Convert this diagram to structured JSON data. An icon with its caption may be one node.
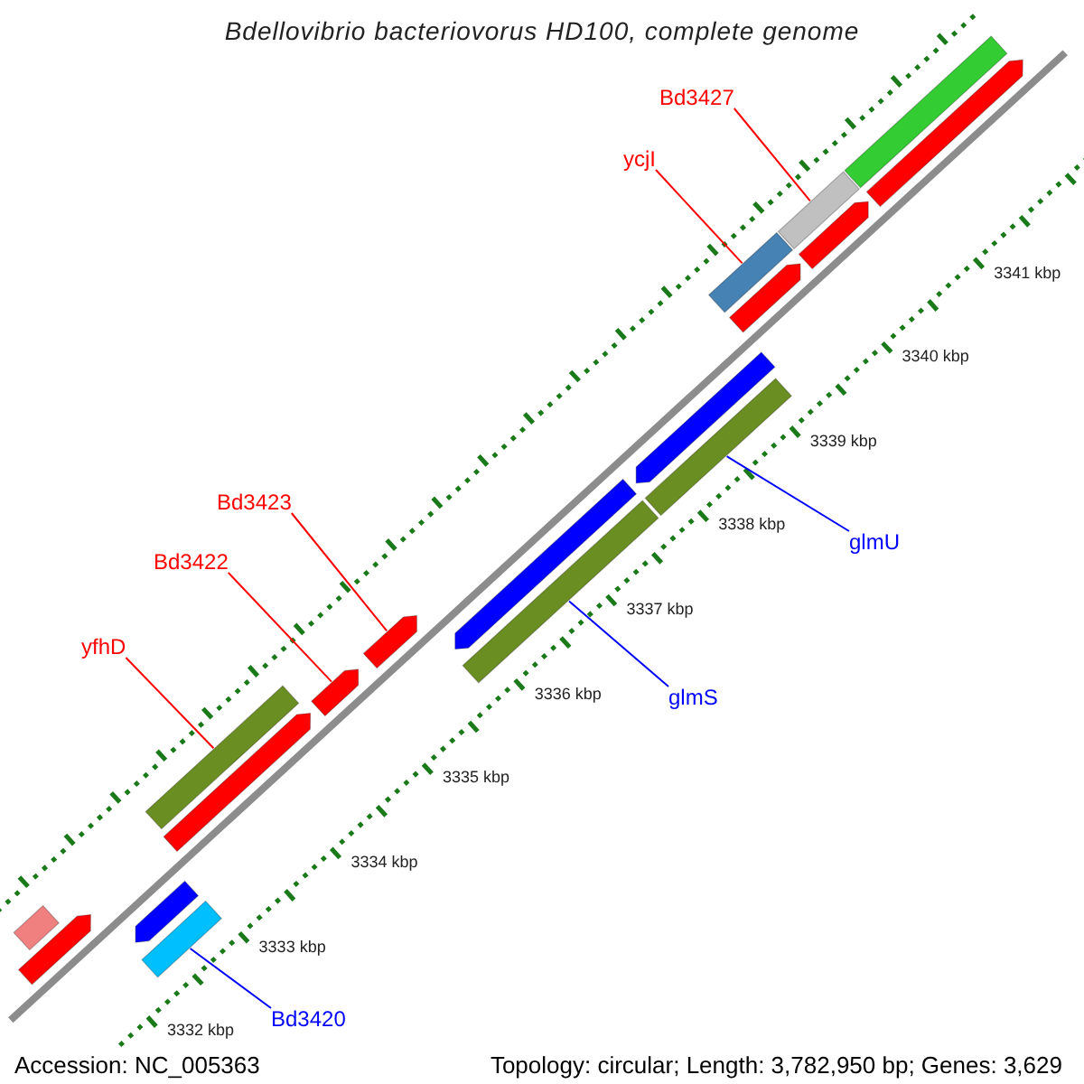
{
  "diagram": {
    "title": "Bdellovibrio bacteriovorus HD100, complete genome",
    "nodes": [
      {
        "text": [
          "Bd3427"
        ]
      },
      {
        "text": [],
        "shape": "bar"
      },
      {
        "text": [
          "ycjI"
        ]
      },
      {
        "text": [],
        "shape": "bar"
      },
      {
        "text": [
          "Bd3423"
        ]
      },
      {
        "text": [],
        "shape": "bar"
      },
      {
        "text": [
          "glmU"
        ]
      },
      {
        "text": [],
        "shape": "bar"
      },
      {
        "text": [
          "Bd3422"
        ]
      },
      {
        "text": [],
        "shape": "bar"
      },
      {
        "text": [
          "glmS"
        ]
      },
      {
        "text": [],
        "shape": "bar"
      },
      {
        "text": [
          "yfhD"
        ]
      },
      {
        "text": [],
        "shape": "bar"
      },
      {
        "text": [
          "Bd3420"
        ]
      },
      {
        "text": [],
        "shape": "bar"
      },
      {
        "text": [],
        "shape": "bar"
      },
      {
        "text": [],
        "shape": "bar"
      },
      {
        "text": [],
        "shape": "bar"
      },
      {
        "text": [],
        "shape": "bar"
      },
      {
        "text": [],
        "shape": "bar"
      },
      {
        "text": [],
        "shape": "bar"
      },
      {
        "text": [],
        "shape": "bar"
      },
      {
        "text": [],
        "shape": "bar"
      },
      {
        "text": [],
        "shape": "bar"
      },
      {
        "text": [],
        "shape": "bar"
      }
    ],
    "edges": [
      {
        "from": 0,
        "to": 1,
        "arrow": "none"
      },
      {
        "from": 2,
        "to": 3,
        "arrow": "none"
      },
      {
        "from": 4,
        "to": 5,
        "arrow": "none"
      },
      {
        "from": 6,
        "to": 7,
        "arrow": "none",
        "color": "#0000ff"
      },
      {
        "from": 8,
        "to": 9,
        "arrow": "none"
      },
      {
        "from": 10,
        "to": 11,
        "arrow": "none",
        "color": "#0000ff"
      },
      {
        "from": 12,
        "to": 13,
        "arrow": "none"
      },
      {
        "from": 14,
        "to": 15,
        "arrow": "none",
        "color": "#0000ff"
      }
    ],
    "labels": [
      "3341 kbp",
      "3340 kbp",
      "3339 kbp",
      "3338 kbp",
      "3337 kbp",
      "3336 kbp",
      "3335 kbp",
      "3334 kbp",
      "3333 kbp",
      "3332 kbp",
      "Accession: NC_005363",
      "Topology: circular; Length: 3,782,950 bp; Genes: 3,629"
    ]
  }
}
